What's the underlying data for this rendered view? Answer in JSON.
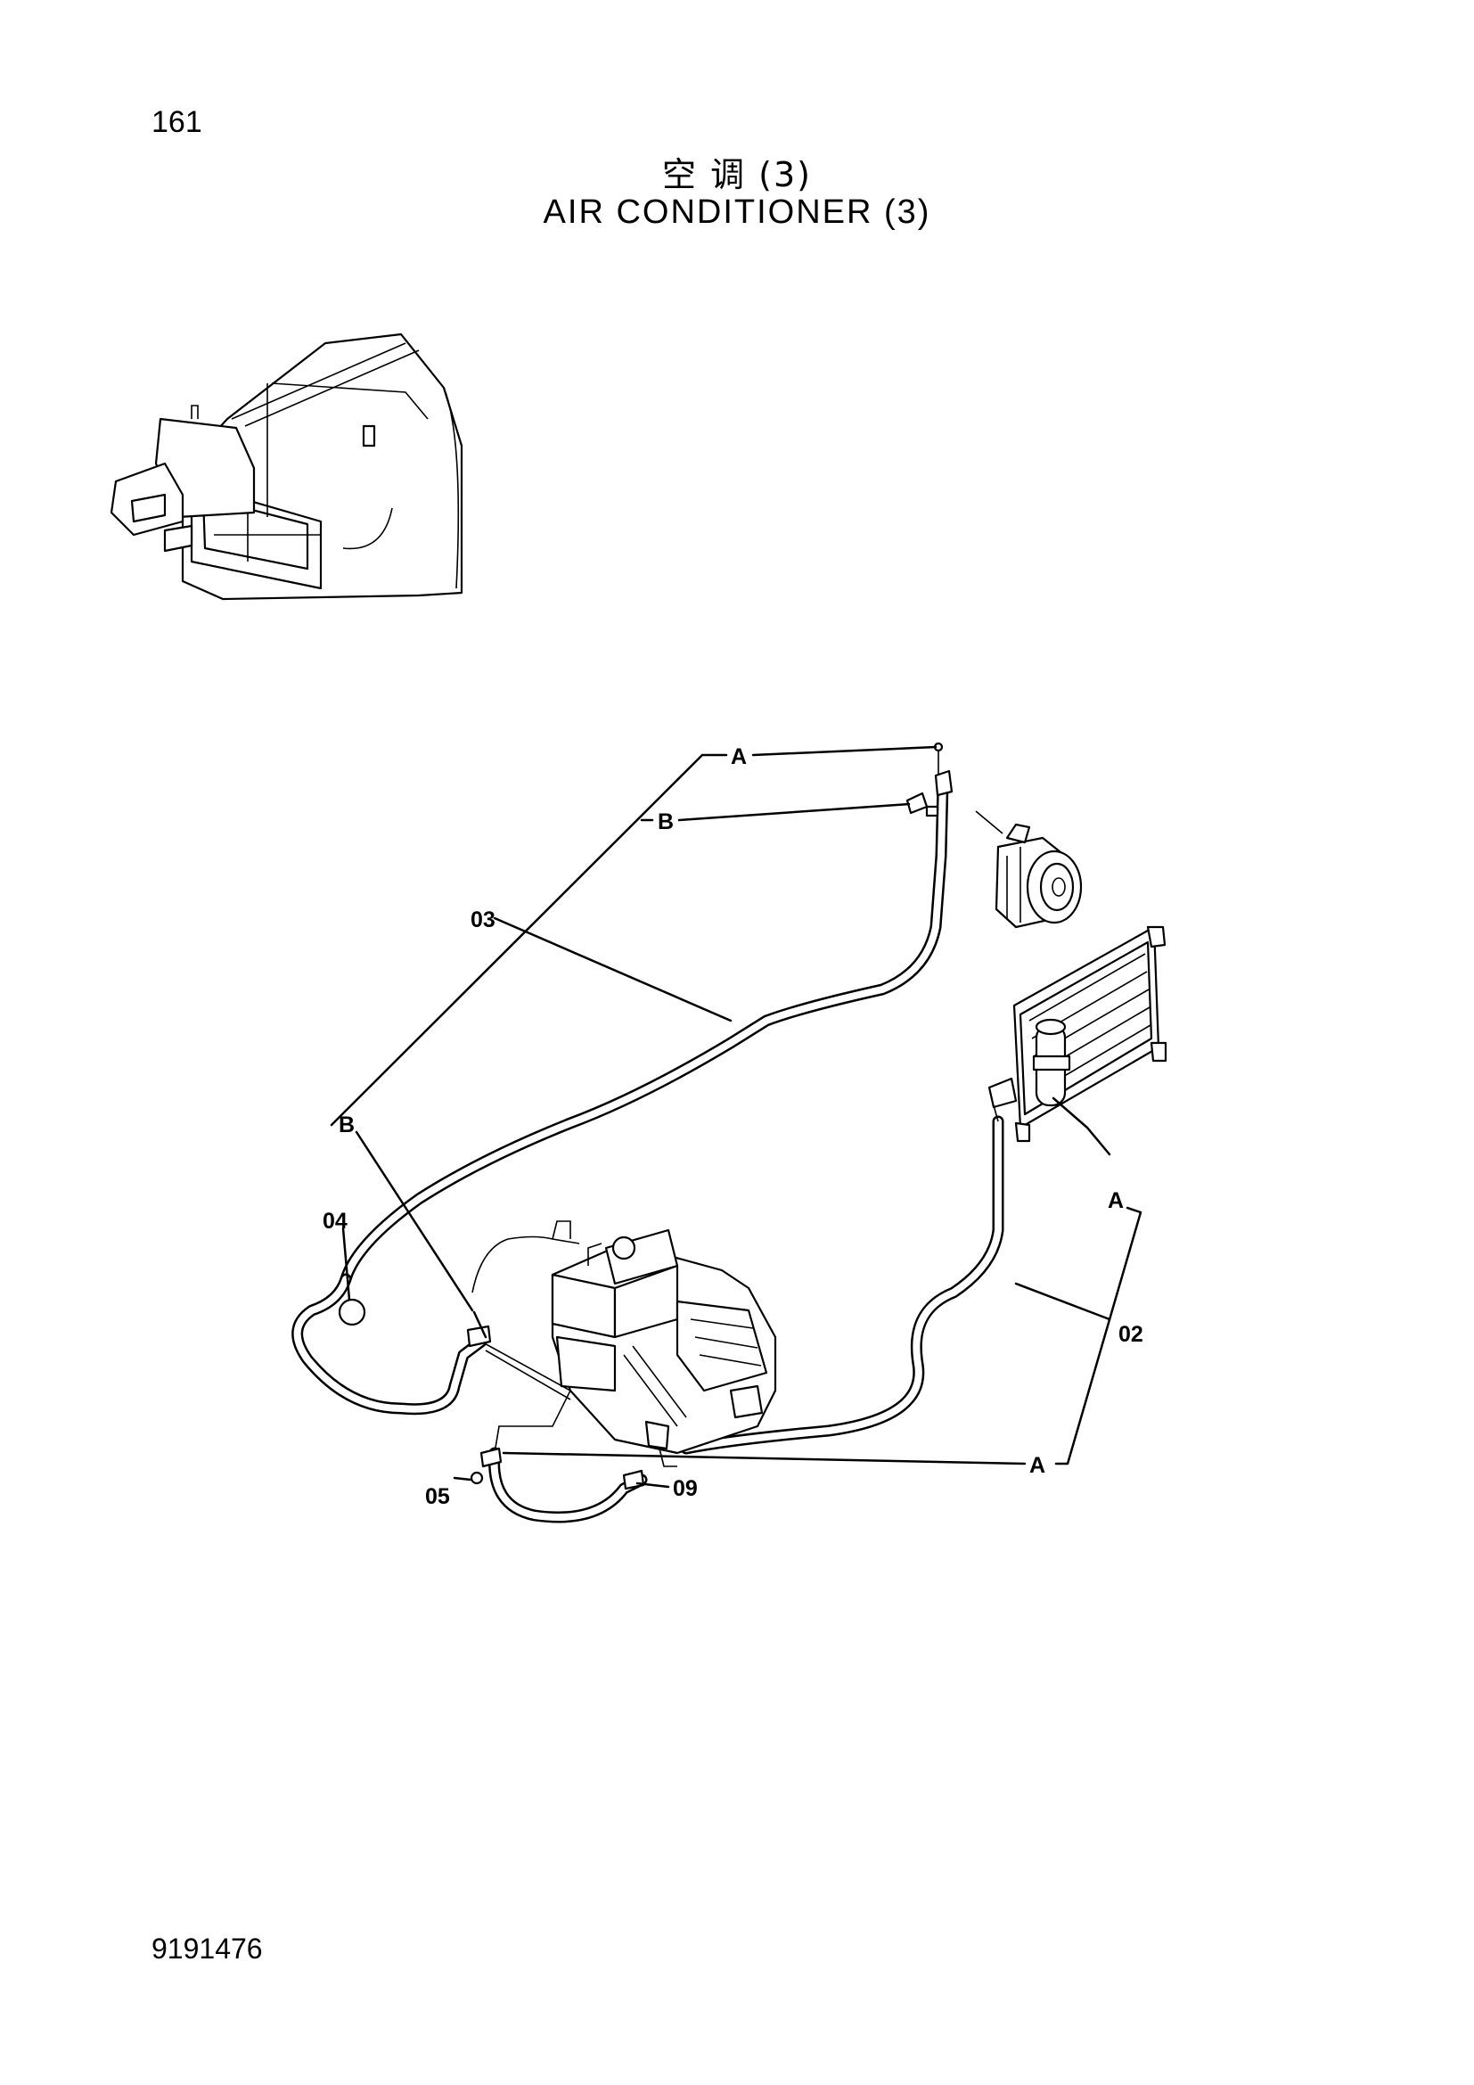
{
  "header": {
    "page_number": "161",
    "title_cn": "空 调 (3)",
    "title_en": "AIR CONDITIONER (3)"
  },
  "footer": {
    "doc_number": "9191476"
  },
  "callouts": {
    "a_top": "A",
    "b_top": "B",
    "p03": "03",
    "b_left": "B",
    "p04": "04",
    "a_right": "A",
    "p02": "02",
    "a_bottom": "A",
    "p05": "05",
    "p09": "09"
  }
}
